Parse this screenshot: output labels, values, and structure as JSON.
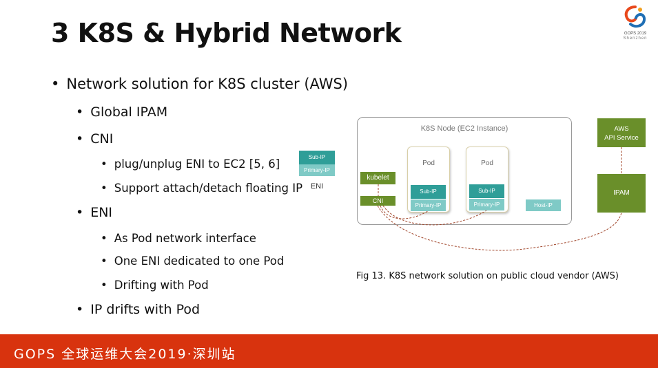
{
  "slide": {
    "title": "3 K8S & Hybrid Network",
    "logo": {
      "text_line1": "GOPS 2019",
      "text_line2": "Shenzhen"
    }
  },
  "bullets": [
    {
      "level": 1,
      "text": "Network solution for K8S cluster (AWS)"
    },
    {
      "level": 2,
      "text": "Global IPAM"
    },
    {
      "level": 2,
      "text": "CNI"
    },
    {
      "level": 3,
      "text": "plug/unplug ENI to EC2 [5, 6]"
    },
    {
      "level": 3,
      "text": "Support attach/detach floating IP"
    },
    {
      "level": 2,
      "text": "ENI"
    },
    {
      "level": 3,
      "text": "As Pod network interface"
    },
    {
      "level": 3,
      "text": "One ENI dedicated to one Pod"
    },
    {
      "level": 3,
      "text": "Drifting with Pod"
    },
    {
      "level": 2,
      "text": "IP drifts with Pod"
    }
  ],
  "eni_legend": {
    "sub_ip": "Sub-IP",
    "primary_ip": "Primary-IP",
    "label": "ENI"
  },
  "diagram": {
    "node_label": "K8S Node (EC2 Instance)",
    "pods": [
      {
        "label": "Pod",
        "sub_ip": "Sub-IP",
        "primary_ip": "Primary-IP"
      },
      {
        "label": "Pod",
        "sub_ip": "Sub-IP",
        "primary_ip": "Primary-IP"
      }
    ],
    "host_ip": "Host-IP",
    "kubelet": "kubelet",
    "cni": "CNI",
    "aws_api": {
      "line1": "AWS",
      "line2": "API Service"
    },
    "ipam": "IPAM",
    "caption": "Fig 13. K8S network solution on public cloud vendor (AWS)"
  },
  "footer": {
    "text": "GOPS 全球运维大会2019·深圳站"
  },
  "colors": {
    "footer": "#d8330e",
    "green": "#6a8f2a",
    "teal_dark": "#2f9e98",
    "teal_light": "#7fcac6",
    "link": "#a0452a"
  }
}
